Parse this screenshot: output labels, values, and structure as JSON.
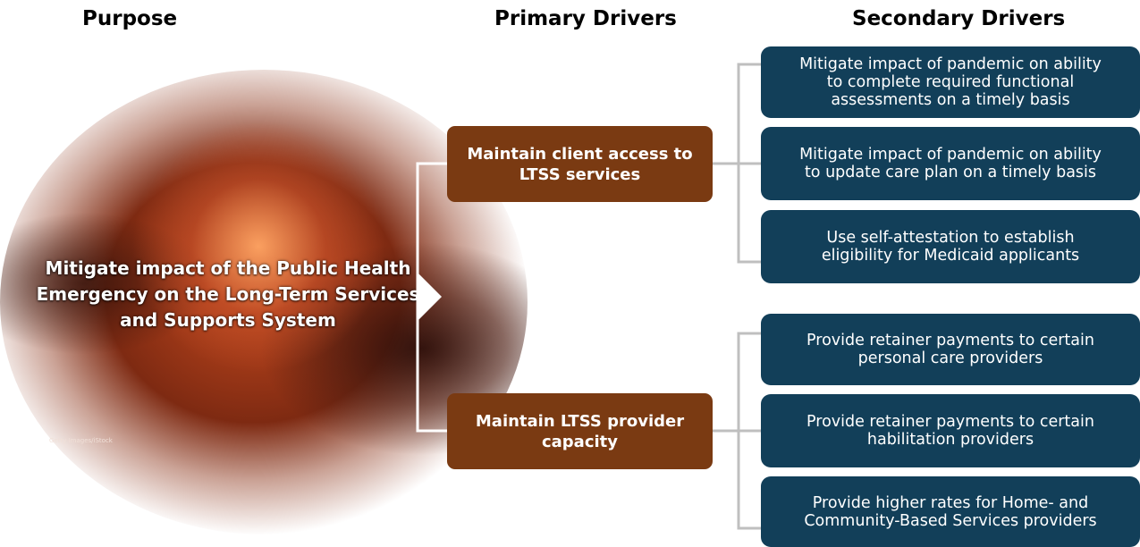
{
  "headings": {
    "purpose": "Purpose",
    "primary": "Primary Drivers",
    "secondary": "Secondary Drivers"
  },
  "purpose": {
    "text": "Mitigate impact of the Public Health Emergency on the Long-Term Services and Supports System",
    "image_credit": "Getty Images/iStock"
  },
  "primary_drivers": [
    {
      "label": "Maintain client access to LTSS services",
      "secondary_drivers": [
        "Mitigate impact of pandemic on ability\nto complete required functional\nassessments on a timely basis",
        "Mitigate impact of pandemic on ability\nto update care plan on a timely basis",
        "Use self-attestation to establish\neligibility for Medicaid applicants"
      ]
    },
    {
      "label": "Maintain LTSS provider capacity",
      "secondary_drivers": [
        "Provide retainer payments to certain\npersonal care providers",
        "Provide retainer payments to certain\nhabilitation providers",
        "Provide higher rates for Home- and\nCommunity-Based Services providers"
      ]
    }
  ],
  "colors": {
    "primary_box": "#7a3a12",
    "secondary_box": "#123f59",
    "connector": "#bfbfbf"
  }
}
